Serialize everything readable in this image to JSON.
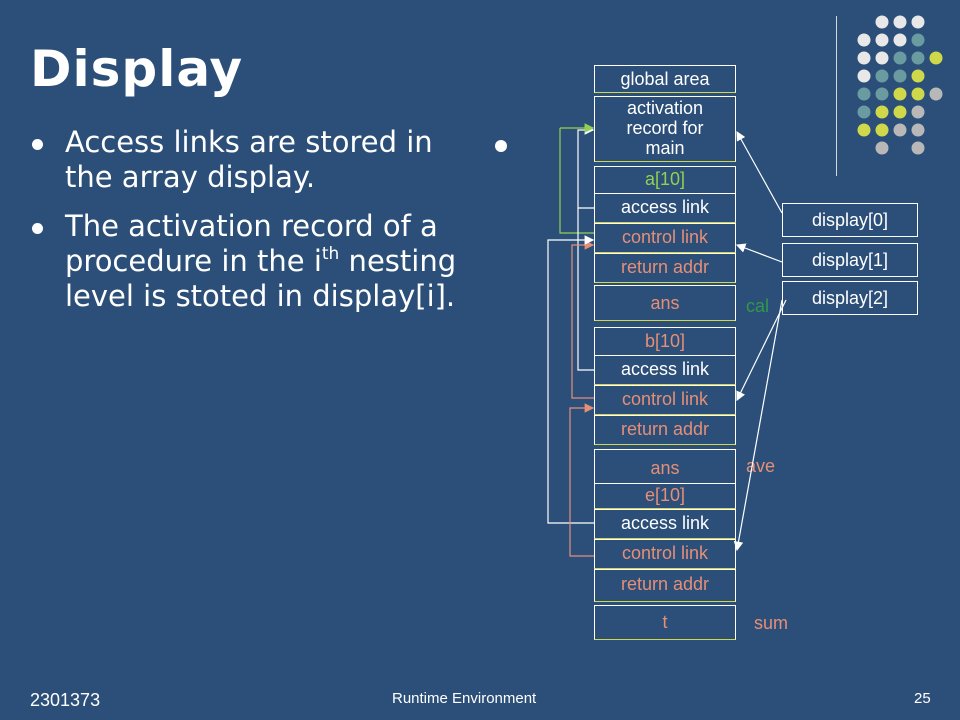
{
  "title": "Display",
  "bullets": {
    "b1": "Access links are stored in the array display.",
    "b2_pre": "The activation record of a procedure in the i",
    "b2_sup": "th",
    "b2_post": " nesting level is stoted in display[i]."
  },
  "stack": {
    "global": "global area",
    "main_record": [
      "activation",
      "record for",
      "main"
    ],
    "a10": "a[10]",
    "access_link": "access link",
    "control_link": "control link",
    "return_addr": "return addr",
    "ans": "ans",
    "b10": "b[10]",
    "e10": "e[10]",
    "t": "t"
  },
  "display": [
    "display[0]",
    "display[1]",
    "display[2]"
  ],
  "procedures": {
    "cal": "cal",
    "ave": "ave",
    "sum": "sum"
  },
  "colors": {
    "background": "#2b4f78",
    "salmon": "#e58f77",
    "green": "#92d050",
    "yellow": "#cfd84a",
    "teal": "#6a9ba0",
    "gray": "#b8b8b8"
  },
  "footer": {
    "course_code": "2301373",
    "topic": "Runtime Environment",
    "page": "25"
  }
}
